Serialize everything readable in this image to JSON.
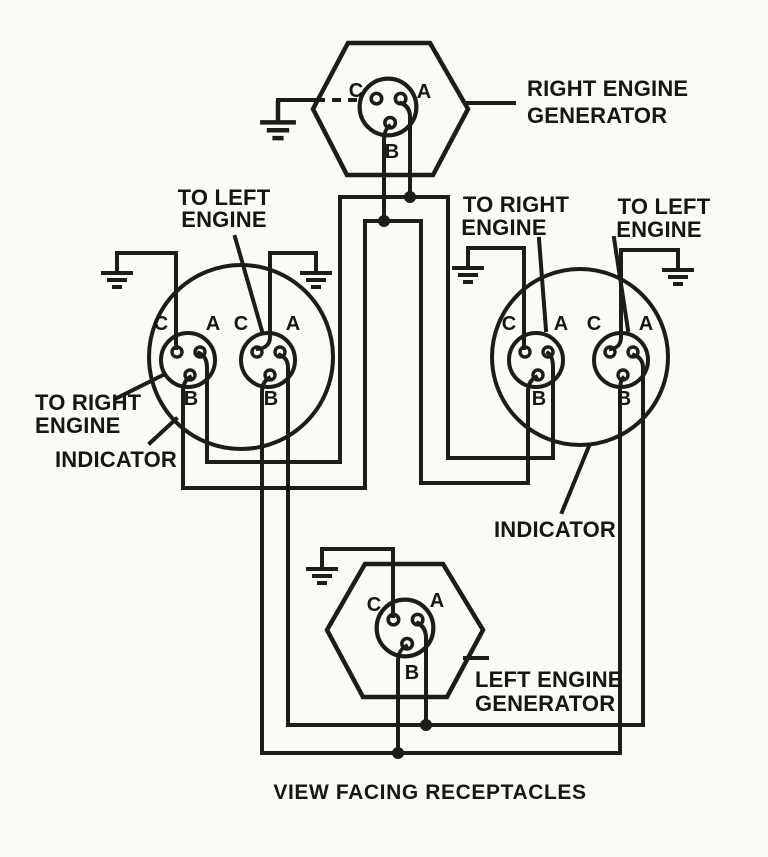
{
  "diagram": {
    "caption": "VIEW FACING RECEPTACLES",
    "pin_labels": {
      "c": "C",
      "a": "A",
      "b": "B"
    },
    "generators": {
      "right": {
        "line1": "RIGHT ENGINE",
        "line2": "GENERATOR"
      },
      "left": {
        "line1": "LEFT ENGINE",
        "line2": "GENERATOR"
      }
    },
    "indicators": {
      "left_label": "INDICATOR",
      "right_label": "INDICATOR"
    },
    "engine_labels": {
      "top_left": {
        "line1": "TO LEFT",
        "line2": "ENGINE"
      },
      "top_mid": {
        "line1": "TO RIGHT",
        "line2": "ENGINE"
      },
      "top_right": {
        "line1": "TO LEFT",
        "line2": "ENGINE"
      },
      "left_side": {
        "line1": "TO RIGHT",
        "line2": "ENGINE"
      }
    },
    "colors": {
      "ink": "#1d1c1a",
      "paper": "#fbfaf7"
    }
  }
}
